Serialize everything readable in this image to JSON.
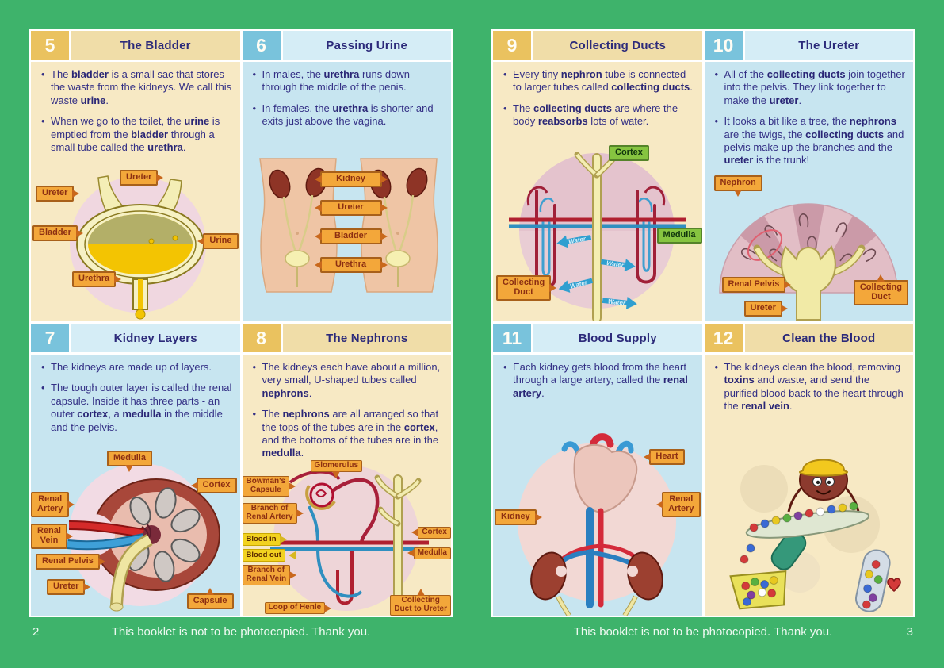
{
  "footer": {
    "notice": "This booklet is not to be photocopied. Thank you.",
    "left_page_number": "2",
    "right_page_number": "3"
  },
  "colors": {
    "background": "#3eb36b",
    "tan_body": "#f7e9c4",
    "tan_header": "#f0dda8",
    "tan_badge": "#eac25f",
    "blue_body": "#c7e5f0",
    "blue_header": "#d5edf6",
    "blue_badge": "#79c3dc",
    "heading_text": "#2c2a7a",
    "body_text": "#332f85",
    "label_bg": "#f3a73a",
    "label_border": "#a8601a",
    "label_text": "#8c2f12",
    "green_label_bg": "#86c440",
    "yellow_label_bg": "#f2d220",
    "water_arrow": "#2f9fd0",
    "footer_text": "#eef9f1"
  },
  "panels": {
    "p5": {
      "number": "5",
      "title": "The Bladder",
      "theme": "tan",
      "bullets": [
        [
          {
            "t": "The "
          },
          {
            "t": "bladder",
            "b": 1
          },
          {
            "t": " is a small sac that stores the waste from the kidneys. We call this waste "
          },
          {
            "t": "urine",
            "b": 1
          },
          {
            "t": "."
          }
        ],
        [
          {
            "t": "When we go to the toilet, the "
          },
          {
            "t": "urine",
            "b": 1
          },
          {
            "t": " is emptied from the "
          },
          {
            "t": "bladder",
            "b": 1
          },
          {
            "t": " through a small tube called the "
          },
          {
            "t": "urethra",
            "b": 1
          },
          {
            "t": "."
          }
        ]
      ],
      "labels": [
        "Ureter",
        "Ureter",
        "Bladder",
        "Urine",
        "Urethra"
      ]
    },
    "p6": {
      "number": "6",
      "title": "Passing Urine",
      "theme": "blue",
      "bullets": [
        [
          {
            "t": "In males, the "
          },
          {
            "t": "urethra",
            "b": 1
          },
          {
            "t": " runs down through the middle of the penis."
          }
        ],
        [
          {
            "t": "In females, the "
          },
          {
            "t": "urethra",
            "b": 1
          },
          {
            "t": " is shorter and exits just above the vagina."
          }
        ]
      ],
      "labels": [
        "Kidney",
        "Ureter",
        "Bladder",
        "Urethra"
      ]
    },
    "p7": {
      "number": "7",
      "title": "Kidney Layers",
      "theme": "blue",
      "bullets": [
        [
          {
            "t": "The kidneys are made up of layers."
          }
        ],
        [
          {
            "t": "The tough outer layer is called the renal capsule. Inside it has three parts - an outer "
          },
          {
            "t": "cortex",
            "b": 1
          },
          {
            "t": ", a "
          },
          {
            "t": "medulla",
            "b": 1
          },
          {
            "t": " in the middle and the pelvis."
          }
        ]
      ],
      "labels": [
        "Medulla",
        "Cortex",
        "Renal\nArtery",
        "Renal\nVein",
        "Renal Pelvis",
        "Ureter",
        "Capsule"
      ]
    },
    "p8": {
      "number": "8",
      "title": "The Nephrons",
      "theme": "tan",
      "bullets": [
        [
          {
            "t": "The kidneys each have about a million, very small, U-shaped tubes called "
          },
          {
            "t": "nephrons",
            "b": 1
          },
          {
            "t": "."
          }
        ],
        [
          {
            "t": "The "
          },
          {
            "t": "nephrons",
            "b": 1
          },
          {
            "t": " are all arranged so that the tops of the tubes are in the "
          },
          {
            "t": "cortex",
            "b": 1
          },
          {
            "t": ", and the bottoms of the tubes are in the "
          },
          {
            "t": "medulla",
            "b": 1
          },
          {
            "t": "."
          }
        ]
      ],
      "labels": [
        "Glomerulus",
        "Bowman's\nCapsule",
        "Branch of\nRenal Artery",
        "Blood in",
        "Blood out",
        "Branch of\nRenal Vein",
        "Loop of Henle",
        "Cortex",
        "Medulla",
        "Collecting\nDuct to Ureter"
      ]
    },
    "p9": {
      "number": "9",
      "title": "Collecting Ducts",
      "theme": "tan",
      "bullets": [
        [
          {
            "t": "Every tiny "
          },
          {
            "t": "nephron",
            "b": 1
          },
          {
            "t": " tube is connected to larger tubes called "
          },
          {
            "t": "collecting ducts",
            "b": 1
          },
          {
            "t": "."
          }
        ],
        [
          {
            "t": "The "
          },
          {
            "t": "collecting ducts",
            "b": 1
          },
          {
            "t": " are where the body "
          },
          {
            "t": "reabsorbs",
            "b": 1
          },
          {
            "t": " lots of water."
          }
        ]
      ],
      "labels": [
        "Cortex",
        "Medulla",
        "Collecting\nDuct"
      ],
      "water_label": "Water"
    },
    "p10": {
      "number": "10",
      "title": "The Ureter",
      "theme": "blue",
      "bullets": [
        [
          {
            "t": "All of the "
          },
          {
            "t": "collecting ducts",
            "b": 1
          },
          {
            "t": " join together into the pelvis. They link together to make the "
          },
          {
            "t": "ureter",
            "b": 1
          },
          {
            "t": "."
          }
        ],
        [
          {
            "t": "It looks a bit like a tree, the "
          },
          {
            "t": "nephrons",
            "b": 1
          },
          {
            "t": " are the twigs, the "
          },
          {
            "t": "collecting ducts",
            "b": 1
          },
          {
            "t": " and pelvis make up the branches and the "
          },
          {
            "t": "ureter",
            "b": 1
          },
          {
            "t": " is the trunk!"
          }
        ]
      ],
      "labels": [
        "Nephron",
        "Renal Pelvis",
        "Ureter",
        "Collecting\nDuct"
      ]
    },
    "p11": {
      "number": "11",
      "title": "Blood Supply",
      "theme": "blue",
      "bullets": [
        [
          {
            "t": "Each kidney gets blood from the heart through a large artery, called the "
          },
          {
            "t": "renal artery",
            "b": 1
          },
          {
            "t": "."
          }
        ]
      ],
      "labels": [
        "Heart",
        "Renal\nArtery",
        "Kidney"
      ]
    },
    "p12": {
      "number": "12",
      "title": "Clean the Blood",
      "theme": "tan",
      "bullets": [
        [
          {
            "t": "The kidneys clean the blood, removing "
          },
          {
            "t": "toxins",
            "b": 1
          },
          {
            "t": " and waste, and send the purified blood back to the heart through the "
          },
          {
            "t": "renal vein",
            "b": 1
          },
          {
            "t": "."
          }
        ]
      ],
      "labels": []
    }
  }
}
